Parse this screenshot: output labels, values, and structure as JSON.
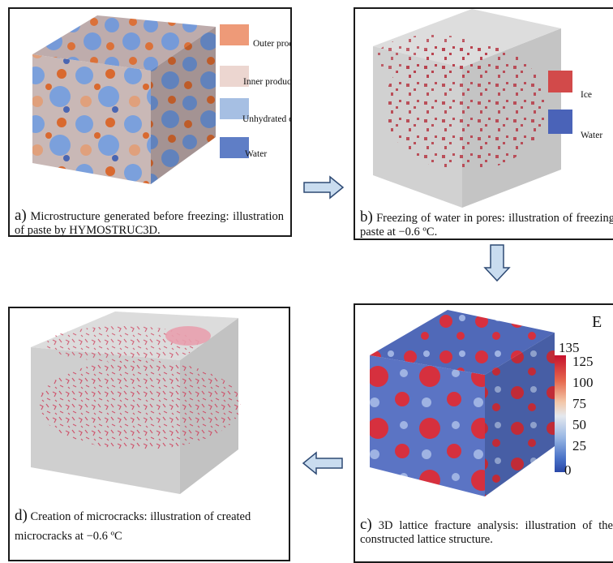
{
  "panels": {
    "a": {
      "letter": "a)",
      "caption": "Microstructure generated before freezing: illustration of paste by HYMOSTRUC3D.",
      "legend": [
        {
          "label": "Outer product",
          "color": "#ee9a78"
        },
        {
          "label": "Inner product",
          "color": "#ecd6d0"
        },
        {
          "label": "Unhydrated cement",
          "color": "#a6bfe3"
        },
        {
          "label": "Water",
          "color": "#5f7ec6"
        }
      ]
    },
    "b": {
      "letter": "b)",
      "caption": "Freezing of water in pores: illustration of freezing paste at −0.6 ºC.",
      "legend": [
        {
          "label": "Ice",
          "color": "#d24a4a"
        },
        {
          "label": "Water",
          "color": "#4a63b8"
        }
      ]
    },
    "c": {
      "letter": "c)",
      "caption": "3D lattice fracture analysis: illustration of the constructed lattice structure.",
      "colorbar": {
        "title": "E",
        "max_label": "135",
        "ticks": [
          "125",
          "100",
          "75",
          "50",
          "25"
        ],
        "min_label": "0"
      }
    },
    "d": {
      "letter": "d)",
      "caption": "Creation of microcracks: illustration of created microcracks at −0.6 ºC"
    }
  },
  "colors": {
    "arrow_fill": "#c9dcef",
    "arrow_stroke": "#2e4a74",
    "border": "#1a1a1a"
  }
}
